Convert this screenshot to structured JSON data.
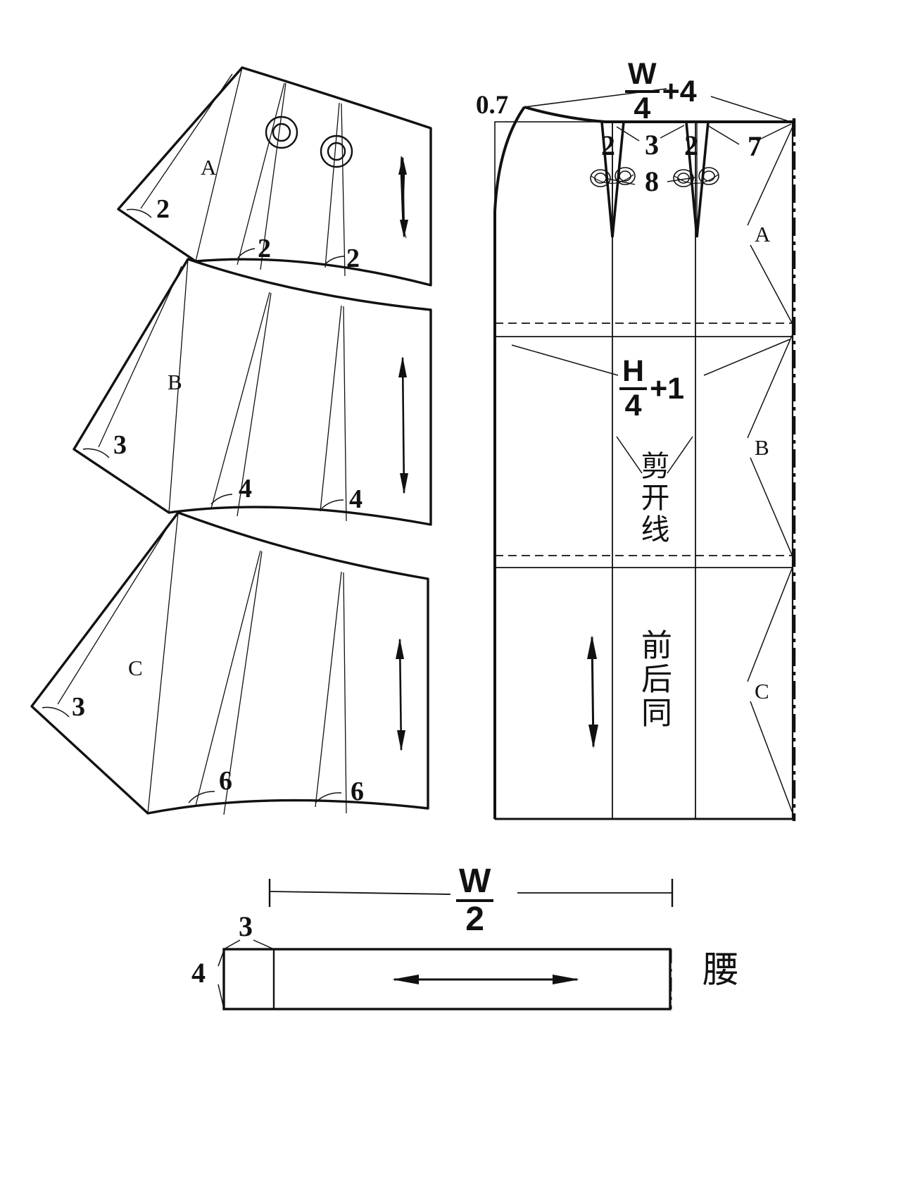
{
  "title": "Skirt pattern drafting diagram",
  "panels": {
    "a": {
      "letter": "A",
      "angles": [
        "2",
        "2",
        "2"
      ],
      "notches": 2
    },
    "b": {
      "letter": "B",
      "angles": [
        "3",
        "4",
        "4"
      ]
    },
    "c": {
      "letter": "C",
      "angles": [
        "3",
        "6",
        "6"
      ]
    }
  },
  "block": {
    "waist_ease": "0.7",
    "waist_formula": {
      "num": "W",
      "den": "4",
      "plus": "+4"
    },
    "hip_formula": {
      "num": "H",
      "den": "4",
      "plus": "+1"
    },
    "dart1_width": "2",
    "dart2_width": "2",
    "dart_gap": "3",
    "dart_depth": "8",
    "side_seam": "7",
    "cut_line_label": "剪开线",
    "same_front_back_label": "前后同",
    "section_labels": [
      "A",
      "B",
      "C"
    ]
  },
  "waistband": {
    "width_formula": {
      "num": "W",
      "den": "2"
    },
    "extension": "3",
    "height": "4",
    "name": "腰"
  },
  "colors": {
    "ink": "#111111",
    "paper": "#ffffff"
  }
}
